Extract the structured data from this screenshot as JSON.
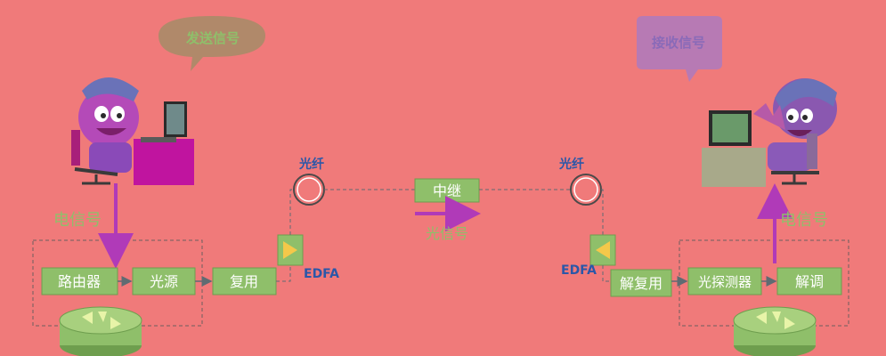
{
  "colors": {
    "background": "#f07a7a",
    "block_fill": "#8fbf6a",
    "block_stroke": "#6e9e4e",
    "block_text": "#ffffff",
    "blue_label": "#2b57a8",
    "green_label": "#8fbf6a",
    "arrow_purple": "#b03ab8",
    "line_gray": "#5f6b72"
  },
  "left": {
    "bubble": "发送信号",
    "signal_label": "电信号",
    "blocks": [
      "路由器",
      "光源",
      "复用"
    ],
    "amp_label": "EDFA",
    "fiber_label": "光纤"
  },
  "middle": {
    "relay": "中继",
    "signal_label": "光信号"
  },
  "right": {
    "bubble": "接收信号",
    "signal_label": "电信号",
    "blocks": [
      "解复用",
      "光探测器",
      "解调"
    ],
    "amp_label": "EDFA",
    "fiber_label": "光纤"
  },
  "icons": [
    "left-person-at-computer-icon",
    "right-person-at-computer-icon",
    "router-icon",
    "router-icon"
  ]
}
